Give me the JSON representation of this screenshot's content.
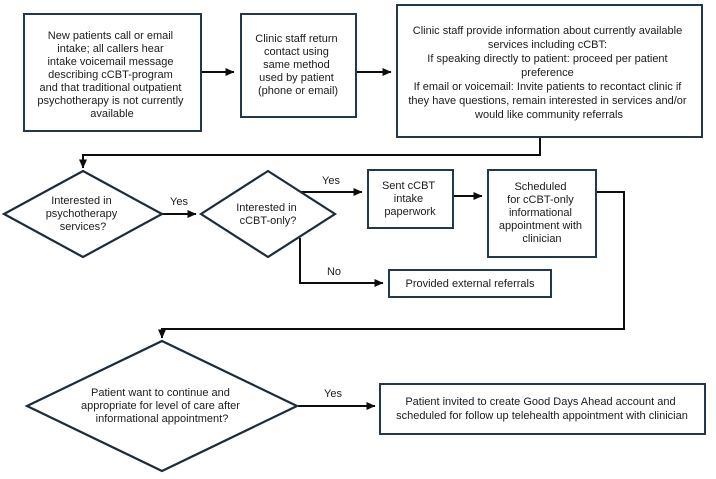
{
  "diagram": {
    "title": "cCBT clinic intake flowchart",
    "type": "flowchart",
    "colors": {
      "box_border": "#22394d",
      "diamond_border": "#1a2c3c",
      "connector": "#0d0d0d",
      "background": "#ffffff",
      "text": "#1b1b1b"
    }
  },
  "nodes": {
    "intake_contact": {
      "shape": "process",
      "lines": [
        "New patients call or email",
        "intake; all callers hear",
        "intake voicemail message",
        "describing cCBT-program",
        "and that traditional outpatient",
        "psychotherapy is not currently",
        "available"
      ]
    },
    "staff_return_contact": {
      "shape": "process",
      "lines": [
        "Clinic staff return",
        "contact using",
        "same method",
        "used by patient",
        "(phone or email)"
      ]
    },
    "staff_provide_info": {
      "shape": "process",
      "lines": [
        "Clinic staff provide information about currently available",
        "services including cCBT:",
        "If speaking directly to patient: proceed per patient",
        "preference",
        "If email or voicemail: Invite patients to recontact clinic if",
        "they have questions, remain interested in services and/or",
        "would like community referrals"
      ]
    },
    "interested_psychotherapy": {
      "shape": "decision",
      "lines": [
        "Interested in",
        "psychotherapy",
        "services?"
      ]
    },
    "interested_ccbt_only": {
      "shape": "decision",
      "lines": [
        "Interested in",
        "cCBT-only?"
      ]
    },
    "sent_intake_paperwork": {
      "shape": "process",
      "lines": [
        "Sent cCBT",
        "intake",
        "paperwork"
      ]
    },
    "scheduled_informational": {
      "shape": "process",
      "lines": [
        "Scheduled",
        "for cCBT-only",
        "informational",
        "appointment with",
        "clinician"
      ]
    },
    "provided_external_referrals": {
      "shape": "process",
      "lines": [
        "Provided external referrals"
      ]
    },
    "patient_continue_decision": {
      "shape": "decision",
      "lines": [
        "Patient want to continue and",
        "appropriate for level of care after",
        "informational appointment?"
      ]
    },
    "invited_good_days_ahead": {
      "shape": "process",
      "lines": [
        "Patient invited to create Good Days Ahead  account and",
        "scheduled for follow up telehealth appointment with clinician"
      ]
    }
  },
  "edge_labels": {
    "psychotherapy_yes": "Yes",
    "ccbt_yes": "Yes",
    "ccbt_no": "No",
    "continue_yes": "Yes"
  }
}
